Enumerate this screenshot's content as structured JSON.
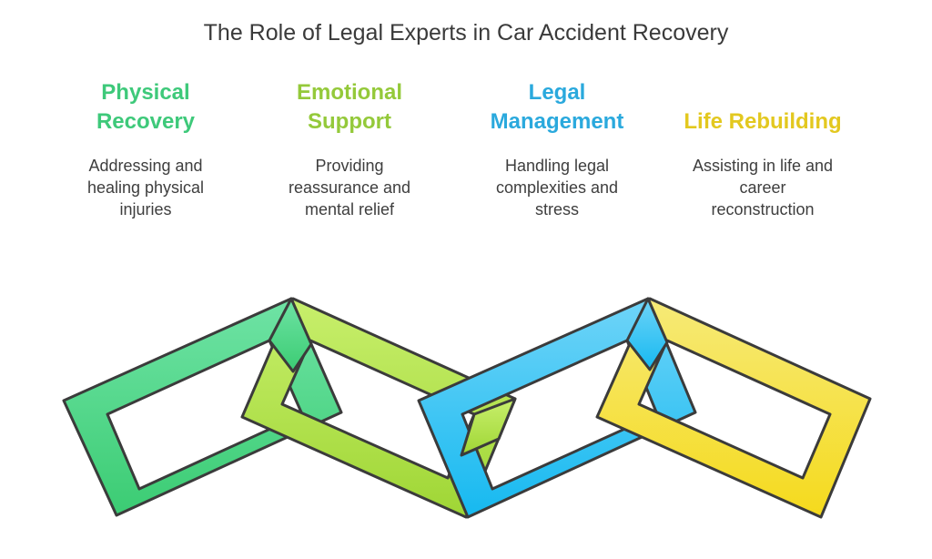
{
  "title": "The Role of Legal Experts in Car Accident Recovery",
  "stages": [
    {
      "heading": [
        "Physical",
        "Recovery"
      ],
      "description": [
        "Addressing and",
        "healing physical",
        "injuries"
      ],
      "color": "#3ec97a"
    },
    {
      "heading": [
        "Emotional",
        "Support"
      ],
      "description": [
        "Providing",
        "reassurance and",
        "mental relief"
      ],
      "color": "#94c93a"
    },
    {
      "heading": [
        "Legal",
        "Management"
      ],
      "description": [
        "Handling legal",
        "complexities and",
        "stress"
      ],
      "color": "#2aa9dd"
    },
    {
      "heading": [
        "Life Rebuilding"
      ],
      "description": [
        "Assisting in life and",
        "career",
        "reconstruction"
      ],
      "color": "#e3c81f"
    }
  ]
}
